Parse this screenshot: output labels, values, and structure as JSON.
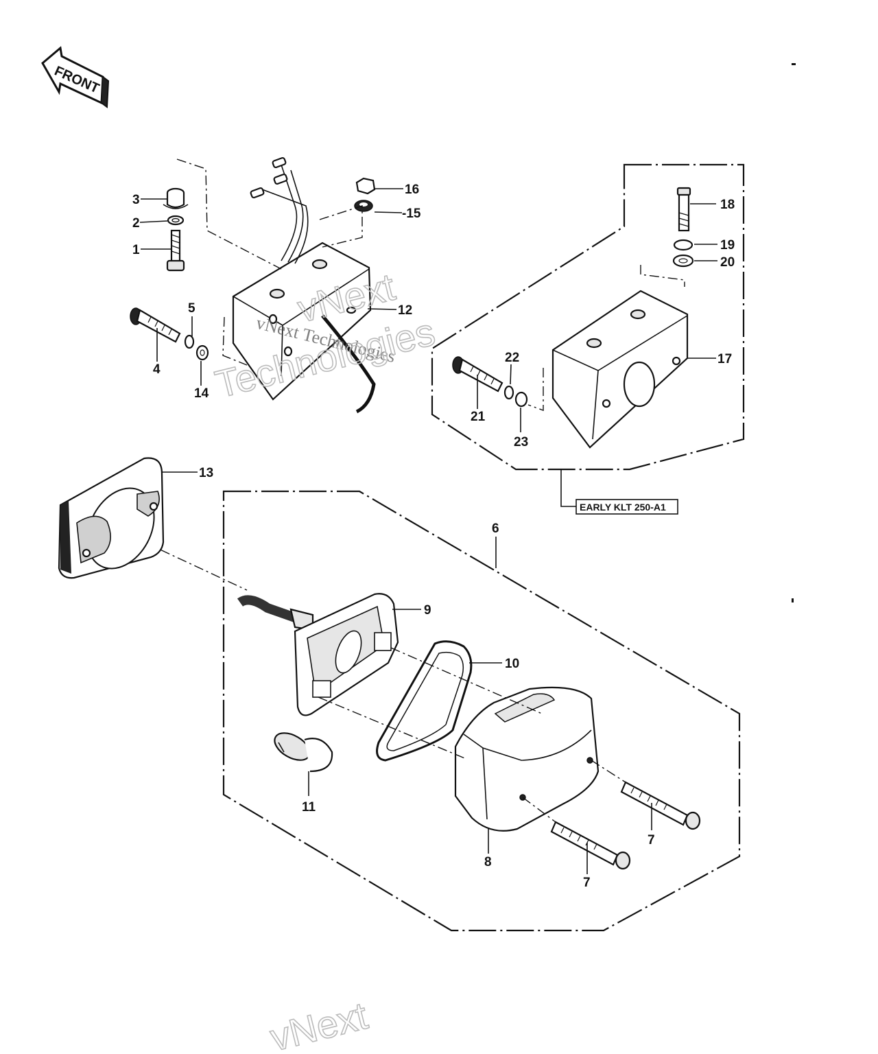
{
  "front_label": "FRONT",
  "variant_tag": "EARLY KLT 250-A1",
  "watermark": {
    "line1": "vNext Technologies",
    "big1": "vNext",
    "big2": "Technologies",
    "bottom": "vNext"
  },
  "callouts": {
    "c1": "1",
    "c2": "2",
    "c3": "3",
    "c4": "4",
    "c5": "5",
    "c6": "6",
    "c7a": "7",
    "c7b": "7",
    "c8": "8",
    "c9": "9",
    "c10": "10",
    "c11": "11",
    "c12": "12",
    "c13": "13",
    "c14": "14",
    "c15": "-15",
    "c16": "16",
    "c17": "17",
    "c18": "18",
    "c19": "19",
    "c20": "20",
    "c21": "21",
    "c22": "22",
    "c23": "23"
  }
}
